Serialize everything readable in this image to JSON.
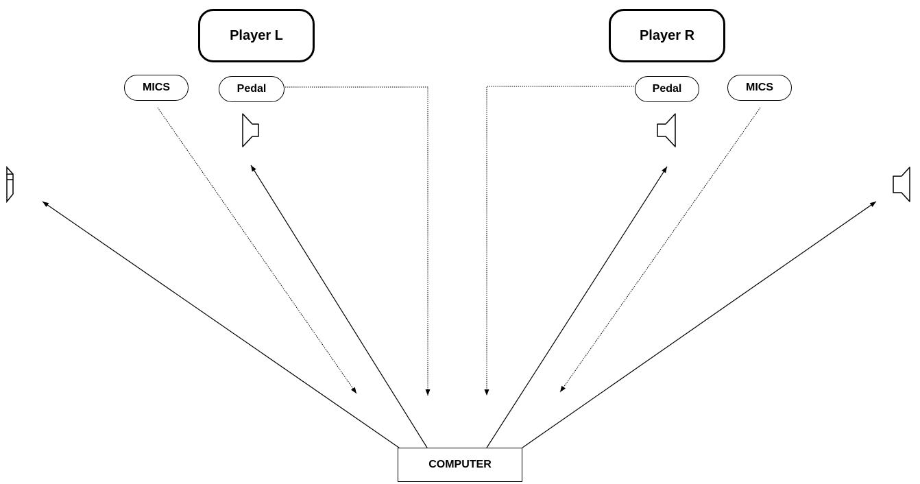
{
  "players": {
    "left": "Player L",
    "right": "Player R"
  },
  "inputs": {
    "mics_left": "MICS",
    "pedal_left": "Pedal",
    "pedal_right": "Pedal",
    "mics_right": "MICS"
  },
  "computer": "COMPUTER",
  "colors": {
    "stroke": "#000000",
    "background": "#ffffff"
  },
  "icons": {
    "speaker": "speaker-icon"
  }
}
